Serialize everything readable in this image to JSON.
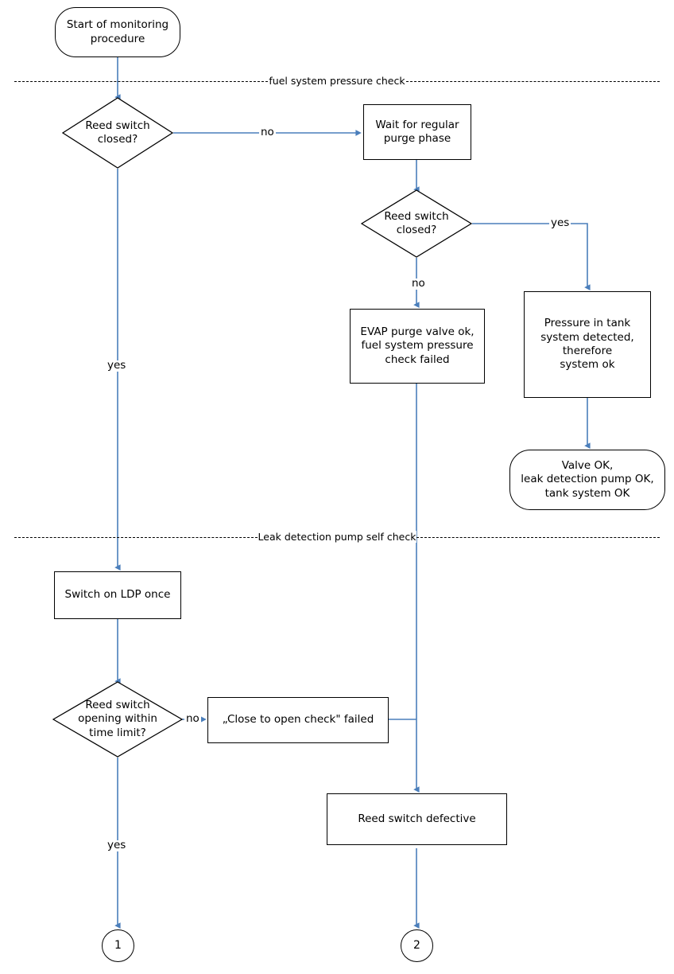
{
  "diagram": {
    "title": "Fuel system pressure check and leak detection pump self check flowchart",
    "colors": {
      "connector": "#4a7ebb",
      "outline": "#000000",
      "background": "#ffffff"
    },
    "dividers": [
      {
        "label": "fuel system pressure check"
      },
      {
        "label": "Leak detection pump self check"
      }
    ],
    "nodes": [
      {
        "id": "start",
        "type": "terminator",
        "text": "Start of monitoring\nprocedure"
      },
      {
        "id": "dec1",
        "type": "decision",
        "text": "Reed switch\nclosed?"
      },
      {
        "id": "wait",
        "type": "process",
        "text": "Wait for regular\npurge phase"
      },
      {
        "id": "dec2",
        "type": "decision",
        "text": "Reed switch\nclosed?"
      },
      {
        "id": "evap",
        "type": "process",
        "text": "EVAP purge valve ok,\nfuel system pressure\ncheck failed"
      },
      {
        "id": "pressure",
        "type": "process",
        "text": "Pressure in tank\nsystem detected,\ntherefore\nsystem ok"
      },
      {
        "id": "valveok",
        "type": "terminator",
        "text": "Valve OK,\nleak detection pump OK,\ntank system OK"
      },
      {
        "id": "ldp",
        "type": "process",
        "text": "Switch on LDP once"
      },
      {
        "id": "dec3",
        "type": "decision",
        "text": "Reed switch\nopening within\ntime limit?"
      },
      {
        "id": "closetoopen",
        "type": "process",
        "text": "„Close to open check\" failed"
      },
      {
        "id": "defective",
        "type": "process",
        "text": "Reed switch defective"
      },
      {
        "id": "conn1",
        "type": "connector",
        "text": "1"
      },
      {
        "id": "conn2",
        "type": "connector",
        "text": "2"
      }
    ],
    "edge_labels": {
      "dec1_no": "no",
      "dec1_yes": "yes",
      "dec2_yes": "yes",
      "dec2_no": "no",
      "dec3_no": "no",
      "dec3_yes": "yes"
    }
  }
}
